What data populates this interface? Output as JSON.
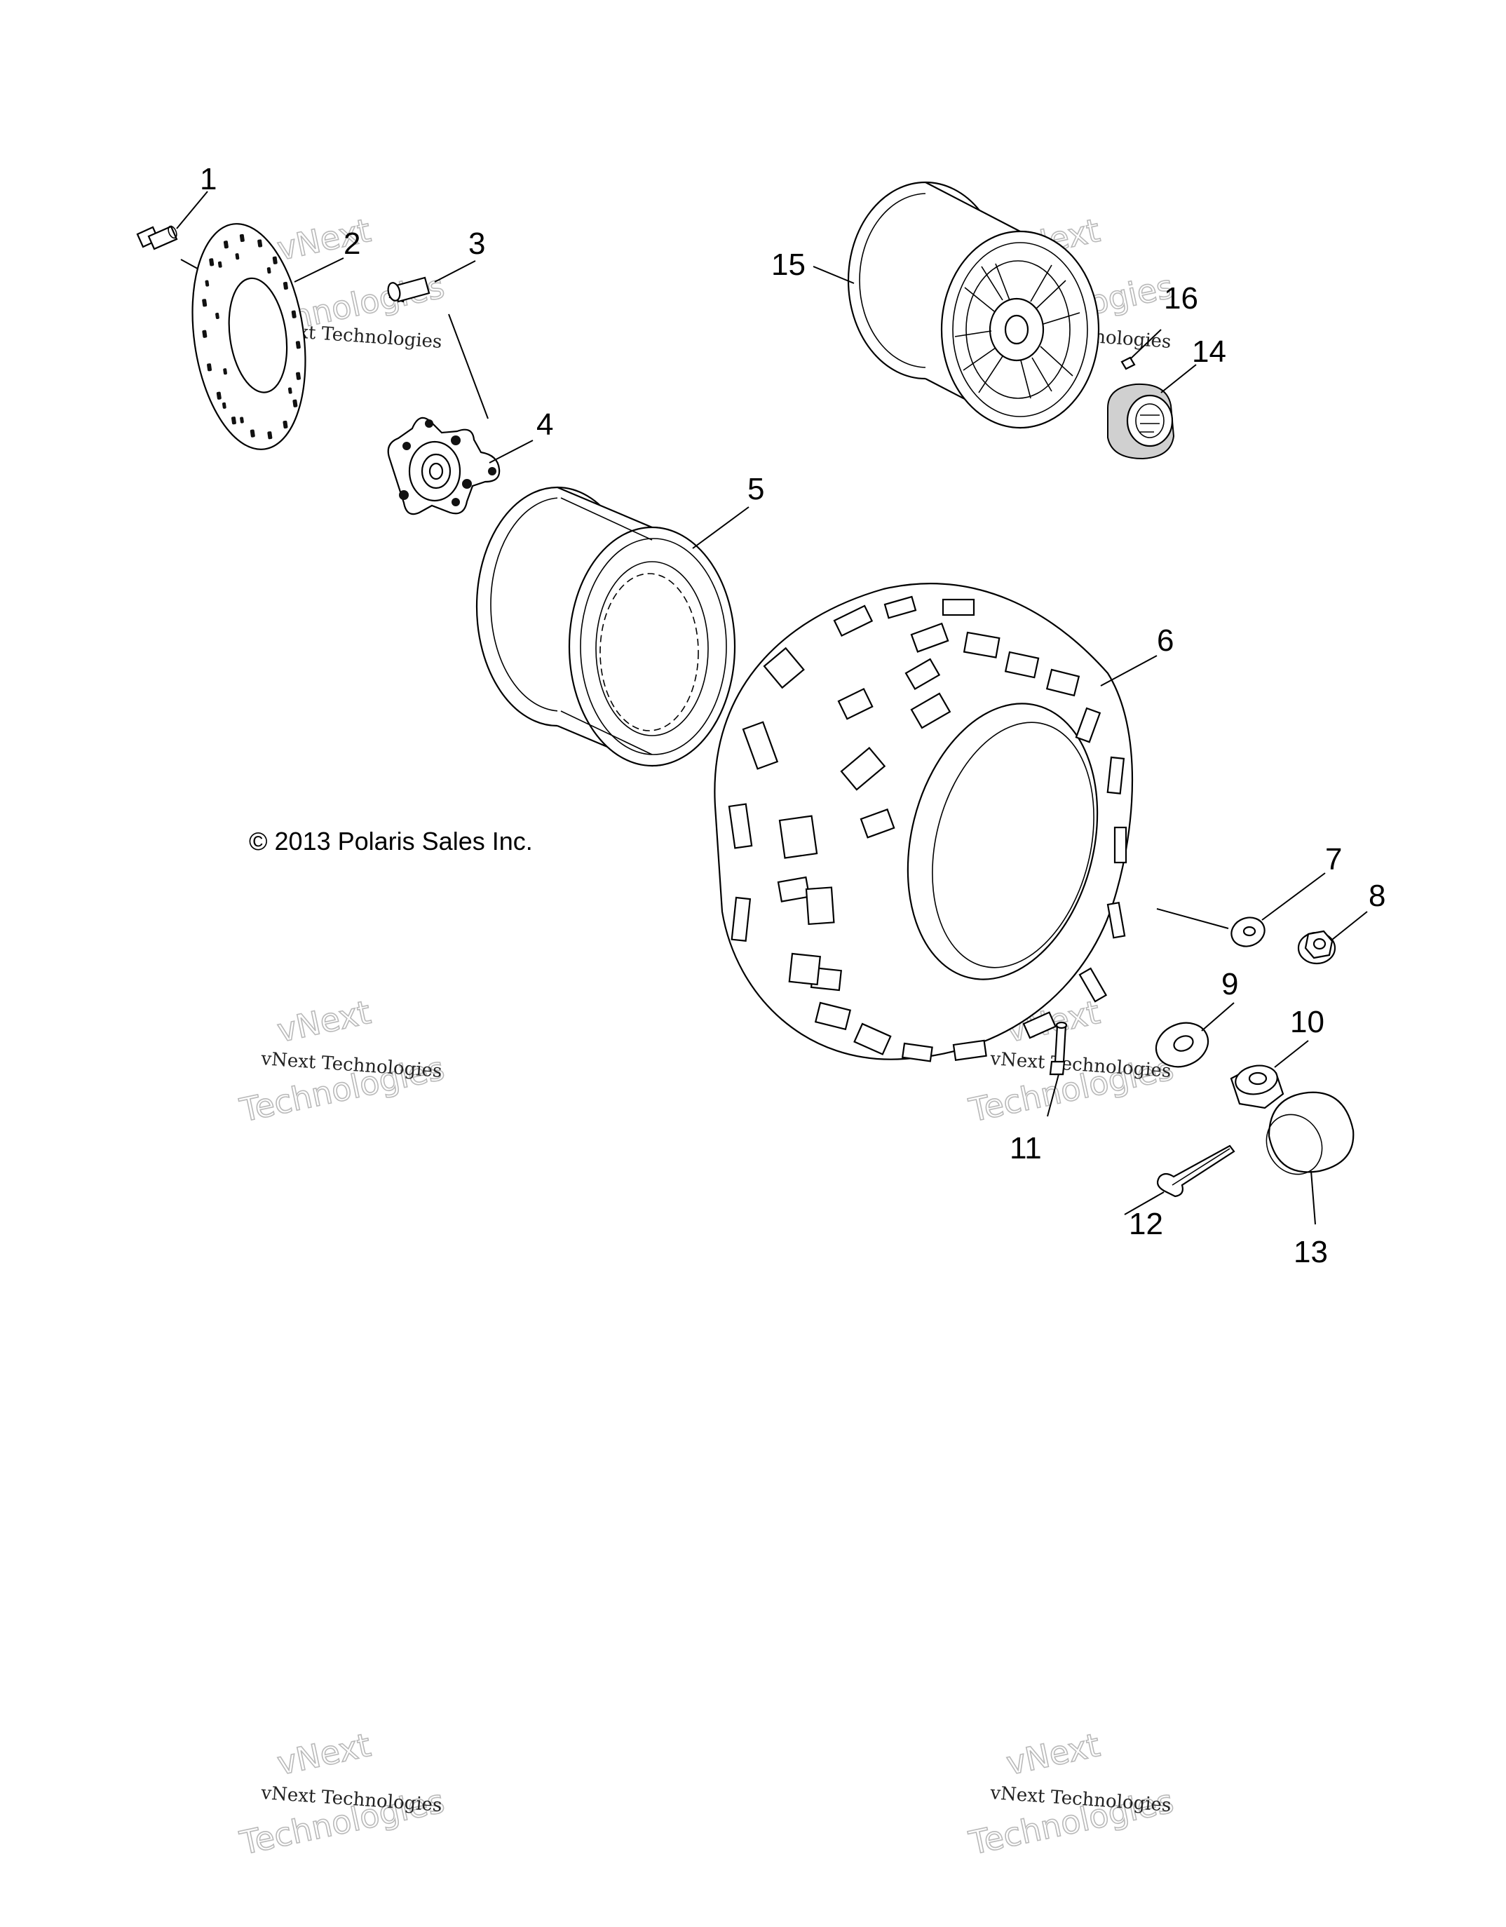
{
  "copyright": "© 2013 Polaris Sales Inc.",
  "callouts": [
    "1",
    "2",
    "3",
    "4",
    "5",
    "6",
    "7",
    "8",
    "9",
    "10",
    "11",
    "12",
    "13",
    "14",
    "15",
    "16"
  ],
  "watermark": {
    "line1": "vNext Technologies",
    "line2": "vNext",
    "line3": "Technologies"
  }
}
